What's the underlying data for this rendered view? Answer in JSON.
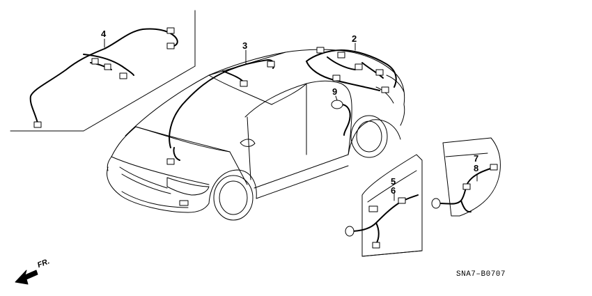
{
  "diagram": {
    "callouts": [
      {
        "id": "c4",
        "label": "4"
      },
      {
        "id": "c3",
        "label": "3"
      },
      {
        "id": "c2",
        "label": "2"
      },
      {
        "id": "c9",
        "label": "9"
      },
      {
        "id": "c5",
        "label": "5"
      },
      {
        "id": "c6",
        "label": "6"
      },
      {
        "id": "c7",
        "label": "7"
      },
      {
        "id": "c8",
        "label": "8"
      }
    ],
    "direction_label": "FR.",
    "diagram_code": "SNA7–B0707"
  }
}
